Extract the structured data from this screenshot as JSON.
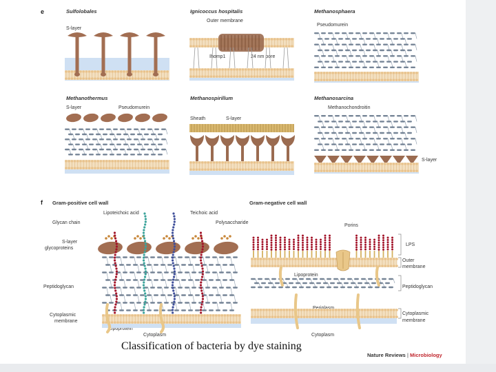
{
  "section_letters": {
    "e": "e",
    "f": "f"
  },
  "panels": {
    "sulfolobales": {
      "title": "Sulfolobales",
      "labels": {
        "s_layer": "S-layer"
      }
    },
    "ignicoccus": {
      "title": "Ignicoccus hospitalis",
      "labels": {
        "outer_membrane": "Outer membrane",
        "ihomp1": "Ihomp1",
        "pore": "24 nm pore"
      }
    },
    "methanosphaera": {
      "title": "Methanosphaera",
      "labels": {
        "pseudomurein": "Pseudomurein"
      }
    },
    "methanothermus": {
      "title": "Methanothermus",
      "labels": {
        "s_layer": "S-layer",
        "pseudomurein": "Pseudomurein"
      }
    },
    "methanospirillum": {
      "title": "Methanospirillum",
      "labels": {
        "sheath": "Sheath",
        "s_layer": "S-layer"
      }
    },
    "methanosarcina": {
      "title": "Methanosarcina",
      "labels": {
        "methanochondroitin": "Methanochondroitin",
        "s_layer": "S-layer"
      }
    }
  },
  "gram_positive": {
    "title": "Gram-positive cell wall",
    "labels": {
      "lipoteichoic_acid": "Lipoteichoic acid",
      "teichoic_acid": "Teichoic acid",
      "glycan_chain": "Glycan chain",
      "polysaccharide": "Polysaccharide",
      "s_layer_glyco_1": "S-layer",
      "s_layer_glyco_2": "glycoproteins",
      "peptidoglycan": "Peptidoglycan",
      "cyto_membrane_1": "Cytoplasmic",
      "cyto_membrane_2": "membrane",
      "lipoprotein": "Lipoprotein",
      "cytoplasm": "Cytoplasm"
    }
  },
  "gram_negative": {
    "title": "Gram-negative cell wall",
    "labels": {
      "porins": "Porins",
      "lps": "LPS",
      "outer_membrane_1": "Outer",
      "outer_membrane_2": "membrane",
      "lipoprotein": "Lipoprotein",
      "peptidoglycan": "Peptidoglycan",
      "periplasm": "Periplasm",
      "cyto_membrane_1": "Cytoplasmic",
      "cyto_membrane_2": "membrane",
      "cytoplasm": "Cytoplasm"
    }
  },
  "caption": "Classification of bacteria by dye staining",
  "credit": {
    "journal": "Nature Reviews",
    "separator": " | ",
    "brand": "Microbiology"
  },
  "colors": {
    "membrane_head": "#e8c28c",
    "membrane_tail": "#f3dfbf",
    "cytoplasm": "#cfe0f3",
    "protein_brown": "#9b6b50",
    "s_layer_brown": "#a26e52",
    "peptidoglycan": "#5d6f84",
    "lps_red": "#a3152a",
    "lta_teal": "#3aa39a",
    "teichoic_blue": "#3f4f9a",
    "porin_tan": "#e9c789"
  }
}
